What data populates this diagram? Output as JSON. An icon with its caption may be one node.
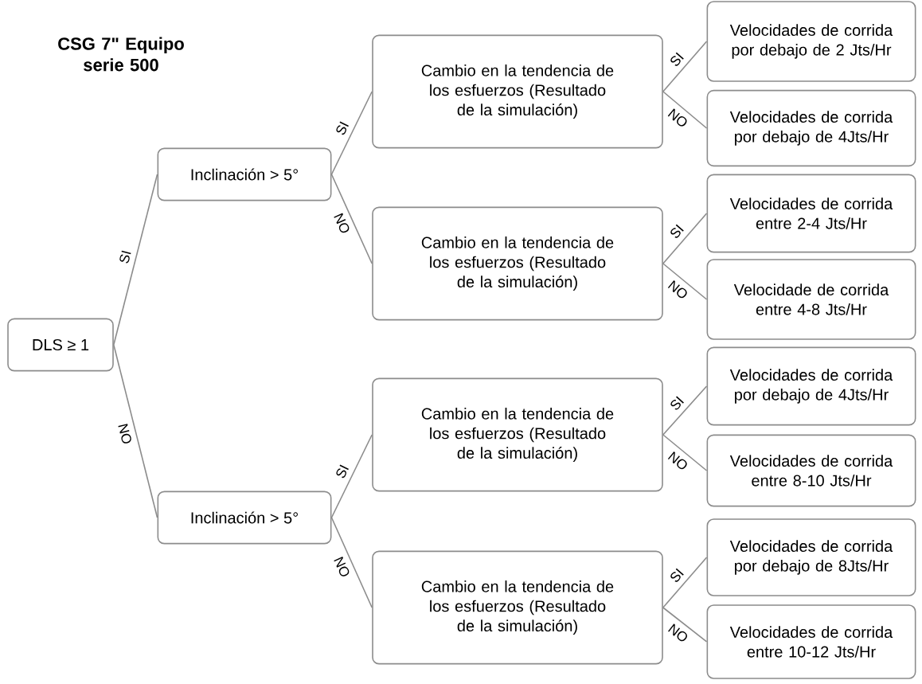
{
  "diagram": {
    "title": "CSG 7\" Equipo serie 500",
    "nodes": [
      {
        "text": [
          "DLS ≥ 1"
        ]
      },
      {
        "text": [
          "Inclinación > 5°"
        ]
      },
      {
        "text": [
          "Cambio en la tendencia de los esfuerzos (Resultado de la simulación)"
        ]
      },
      {
        "text": [
          "Velocidades de corrida por debajo de 2 Jts/Hr"
        ]
      },
      {
        "text": [
          "Velocidades de corrida por debajo de 4Jts/Hr"
        ]
      },
      {
        "text": [
          "Cambio en la tendencia de los esfuerzos (Resultado de la simulación)"
        ]
      },
      {
        "text": [
          "Velocidades de corrida entre 2-4 Jts/Hr"
        ]
      },
      {
        "text": [
          "Velocidade de corrida entre 4-8 Jts/Hr"
        ]
      },
      {
        "text": [
          "Inclinación > 5°"
        ]
      },
      {
        "text": [
          "Cambio en la tendencia de los esfuerzos (Resultado de la simulación)"
        ]
      },
      {
        "text": [
          "Velocidades de corrida por debajo de 4Jts/Hr"
        ]
      },
      {
        "text": [
          "Velocidades de corrida entre 8-10 Jts/Hr"
        ]
      },
      {
        "text": [
          "Cambio en la tendencia de los esfuerzos (Resultado de la simulación)"
        ]
      },
      {
        "text": [
          "Velocidades de corrida por debajo de 8Jts/Hr"
        ]
      },
      {
        "text": [
          "Velocidades de corrida entre 10-12 Jts/Hr"
        ]
      }
    ],
    "edges": [
      {
        "from": 0,
        "to": 1,
        "arrow": "none",
        "label": "SI"
      },
      {
        "from": 0,
        "to": 8,
        "arrow": "none",
        "label": "NO"
      },
      {
        "from": 1,
        "to": 2,
        "arrow": "none",
        "label": "SI"
      },
      {
        "from": 1,
        "to": 5,
        "arrow": "none",
        "label": "NO"
      },
      {
        "from": 2,
        "to": 3,
        "arrow": "none",
        "label": "SI"
      },
      {
        "from": 2,
        "to": 4,
        "arrow": "none",
        "label": "NO"
      },
      {
        "from": 5,
        "to": 6,
        "arrow": "none",
        "label": "SI"
      },
      {
        "from": 5,
        "to": 7,
        "arrow": "none",
        "label": "NO"
      },
      {
        "from": 8,
        "to": 9,
        "arrow": "none",
        "label": "SI"
      },
      {
        "from": 8,
        "to": 12,
        "arrow": "none",
        "label": "NO"
      },
      {
        "from": 9,
        "to": 10,
        "arrow": "none",
        "label": "SI"
      },
      {
        "from": 9,
        "to": 11,
        "arrow": "none",
        "label": "NO"
      },
      {
        "from": 12,
        "to": 13,
        "arrow": "none",
        "label": "SI"
      },
      {
        "from": 12,
        "to": 14,
        "arrow": "none",
        "label": "NO"
      }
    ]
  }
}
